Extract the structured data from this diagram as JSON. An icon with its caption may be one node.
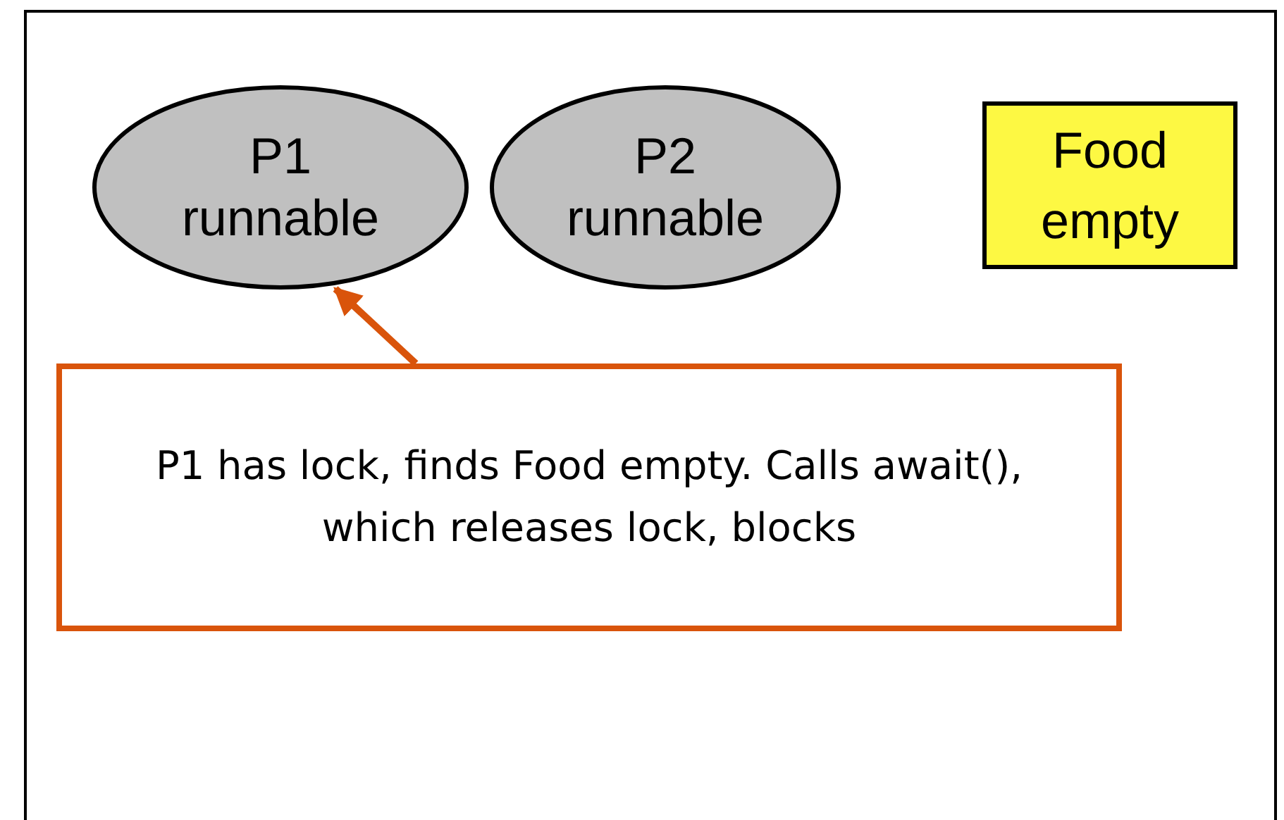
{
  "diagram": {
    "nodes": [
      {
        "text": [
          "P1",
          "runnable"
        ]
      },
      {
        "text": [
          "P2",
          "runnable"
        ]
      },
      {
        "text": [
          "Food",
          "empty"
        ]
      },
      {
        "text": [
          "P1 has lock, finds Food empty. Calls await(), which releases lock, blocks"
        ]
      }
    ],
    "edges": [
      {
        "from": 3,
        "to": 0,
        "arrow": "to",
        "color": "#d9540b"
      }
    ]
  }
}
